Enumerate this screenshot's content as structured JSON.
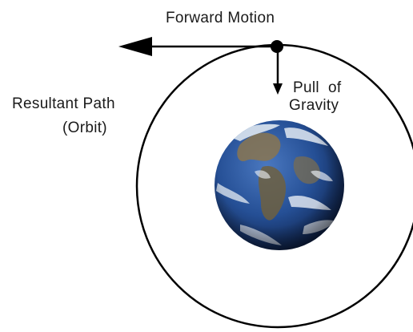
{
  "labels": {
    "forward_motion": "Forward Motion",
    "resultant_path": "Resultant Path",
    "orbit": "(Orbit)",
    "pull_of": "Pull  of",
    "gravity": "Gravity"
  },
  "icons": {
    "planet": "earth-icon",
    "satellite": "satellite-dot-icon"
  },
  "colors": {
    "line": "#000000",
    "text": "#1a1a1a",
    "ocean": "#1f3d7a",
    "land": "#7a6a4a",
    "clouds": "#e8eef5",
    "background": "#ffffff"
  }
}
